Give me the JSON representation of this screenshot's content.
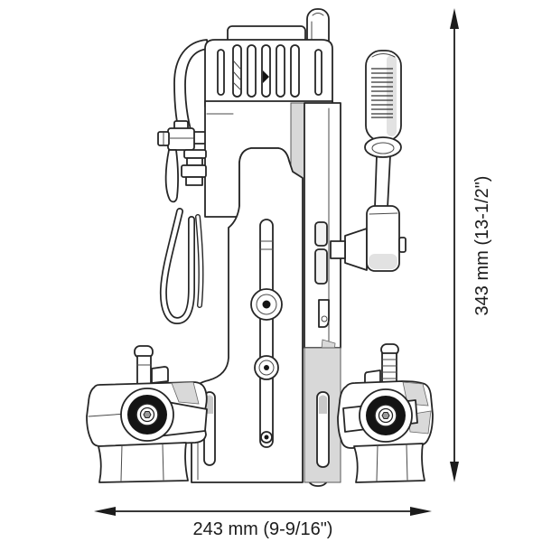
{
  "figure": {
    "kind": "technical-line-drawing",
    "subject": "drill-stand-side-view"
  },
  "dimensions": {
    "height_label": "343 mm (13-1/2\")",
    "width_label": "243 mm (9-9/16\")"
  },
  "colors": {
    "background": "#ffffff",
    "line": "#262626",
    "shade_gray": "#d8d8d8",
    "knob_ring_black": "#141414",
    "dimension_text": "#1c1c1c"
  }
}
